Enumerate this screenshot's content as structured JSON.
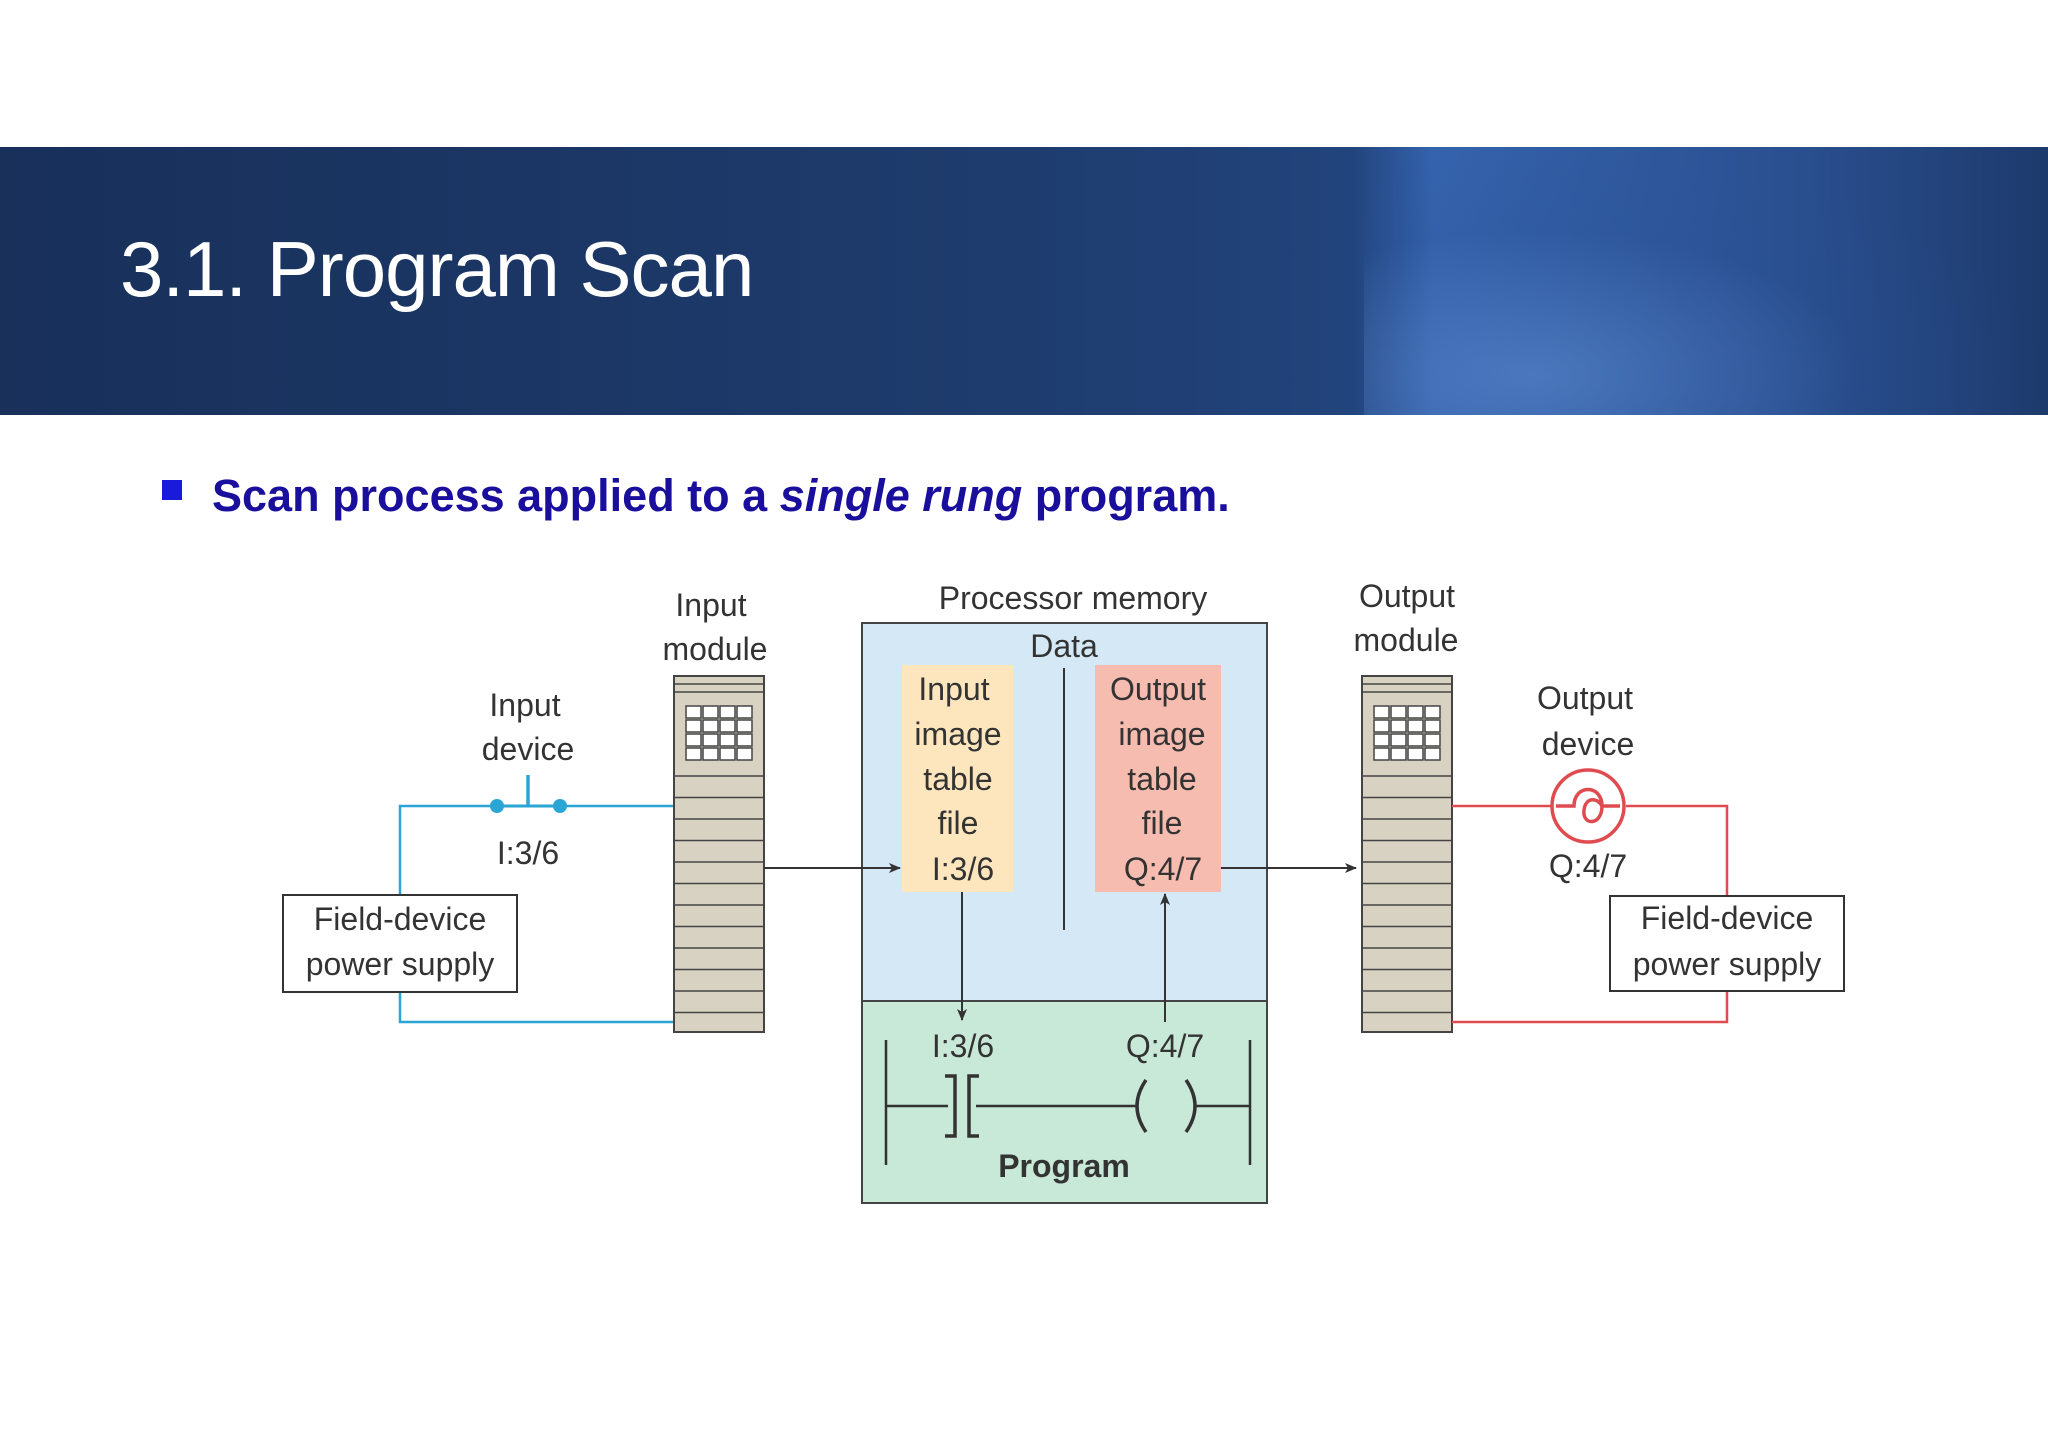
{
  "slide": {
    "title": "3.1. Program Scan",
    "bullet": {
      "pre": "Scan process applied to a ",
      "emph": "single rung",
      "post": " program."
    }
  },
  "diagram": {
    "input_module": [
      "Input",
      "module"
    ],
    "input_device": [
      "Input",
      "device"
    ],
    "input_address": "I:3/6",
    "left_supply": [
      "Field-device",
      "power supply"
    ],
    "processor_memory": "Processor memory",
    "data_label": "Data",
    "input_image": [
      "Input",
      "image",
      "table",
      "file",
      "I:3/6"
    ],
    "output_image": [
      "Output",
      "image",
      "table",
      "file",
      "Q:4/7"
    ],
    "program_label": "Program",
    "rung_contact": "I:3/6",
    "rung_coil": "Q:4/7",
    "output_module": [
      "Output",
      "module"
    ],
    "output_device": [
      "Output",
      "device"
    ],
    "output_address": "Q:4/7",
    "right_supply": [
      "Field-device",
      "power supply"
    ]
  },
  "colors": {
    "banner_dark": "#18305a",
    "banner_light": "#3563ad",
    "bullet_text": "#1a0f9c",
    "bullet_square": "#1a1adb",
    "input_wire": "#29a6d6",
    "output_wire": "#e04b50",
    "data_area": "#d5e8f5",
    "program_area": "#c8e8d8",
    "input_table": "#fde6bd",
    "output_table": "#f7bcb0",
    "module_fill": "#d8d2c3"
  },
  "icons": {
    "bullet": "blue-square-bullet-icon",
    "input_switch": "pushbutton-switch-icon",
    "output_lamp": "lamp-icon",
    "contact": "normally-open-contact-icon",
    "coil": "output-coil-icon"
  }
}
